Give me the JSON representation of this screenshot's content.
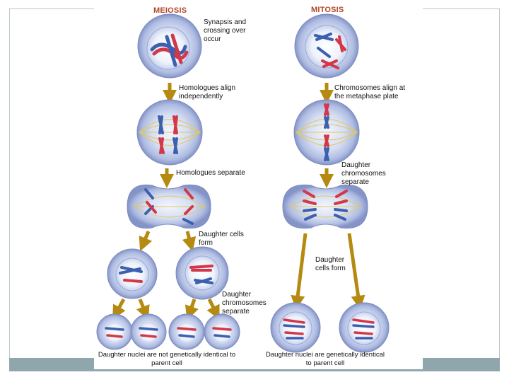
{
  "headings": {
    "meiosis": "MEIOSIS",
    "mitosis": "MITOSIS"
  },
  "meiosis_labels": {
    "synapsis": "Synapsis and crossing over occur",
    "align": "Homologues align independently",
    "separate": "Homologues separate",
    "cells_form": "Daughter cells form",
    "chrom_separate": "Daughter chromosomes separate"
  },
  "mitosis_labels": {
    "align": "Chromosomes align at the metaphase plate",
    "chrom_separate": "Daughter chromosomes separate",
    "cells_form": "Daughter cells form"
  },
  "footer": {
    "meiosis": "Daughter nuclei are not genetically identical to parent cell",
    "mitosis": "Daughter nuclei are genetically identical to parent cell"
  },
  "colors": {
    "cell_fill": "#bcc9e6",
    "cell_inner": "#e8edf8",
    "membrane": "#8c9acb",
    "arrow": "#b58a10",
    "chrom_red": "#d2384a",
    "chrom_blue": "#3c5fb0",
    "spindle": "#e3c75c"
  }
}
